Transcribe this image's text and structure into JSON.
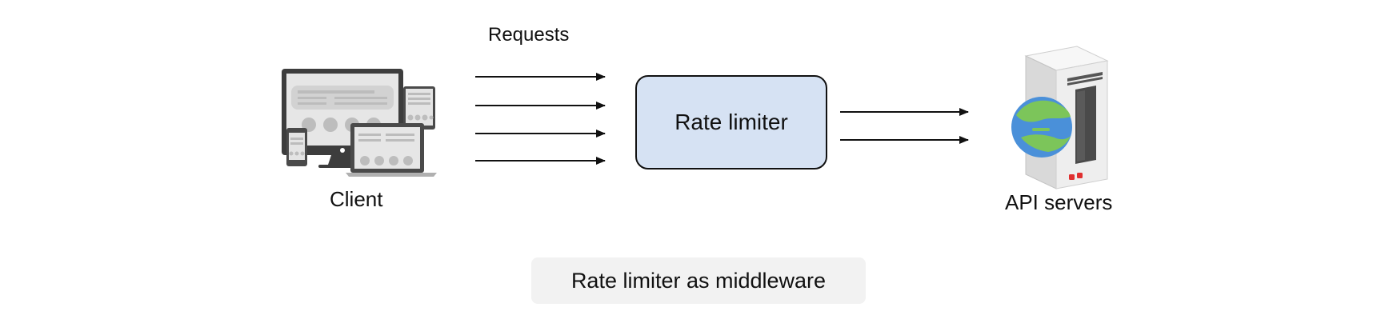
{
  "diagram": {
    "requests_label": "Requests",
    "client_label": "Client",
    "rate_limiter_label": "Rate limiter",
    "api_servers_label": "API servers",
    "caption": "Rate limiter as middleware"
  },
  "icons": {
    "client": "devices-icon",
    "server": "server-globe-icon"
  },
  "colors": {
    "rate_limiter_fill": "#d6e2f3",
    "caption_bg": "#f2f2f2",
    "arrow": "#111111",
    "globe_ocean": "#4a90d9",
    "globe_land": "#7cc55a",
    "server_light": "#f4f4f4",
    "server_dark": "#4a4a4a"
  }
}
